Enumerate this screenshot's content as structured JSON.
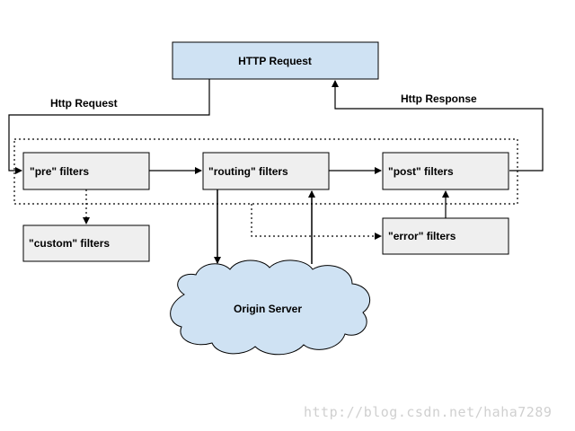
{
  "nodes": {
    "http_request": "HTTP Request",
    "pre_filters": "\"pre\" filters",
    "routing_filters": "\"routing\" filters",
    "post_filters": "\"post\" filters",
    "custom_filters": "\"custom\" filters",
    "error_filters": "\"error\" filters",
    "origin_server": "Origin Server"
  },
  "edges": {
    "http_request_label": "Http Request",
    "http_response_label": "Http Response"
  },
  "watermark": "http://blog.csdn.net/haha7289",
  "colors": {
    "top_box_fill": "#cfe2f3",
    "filter_box_fill": "#efefef",
    "cloud_fill": "#cfe2f3",
    "stroke": "#000000"
  }
}
